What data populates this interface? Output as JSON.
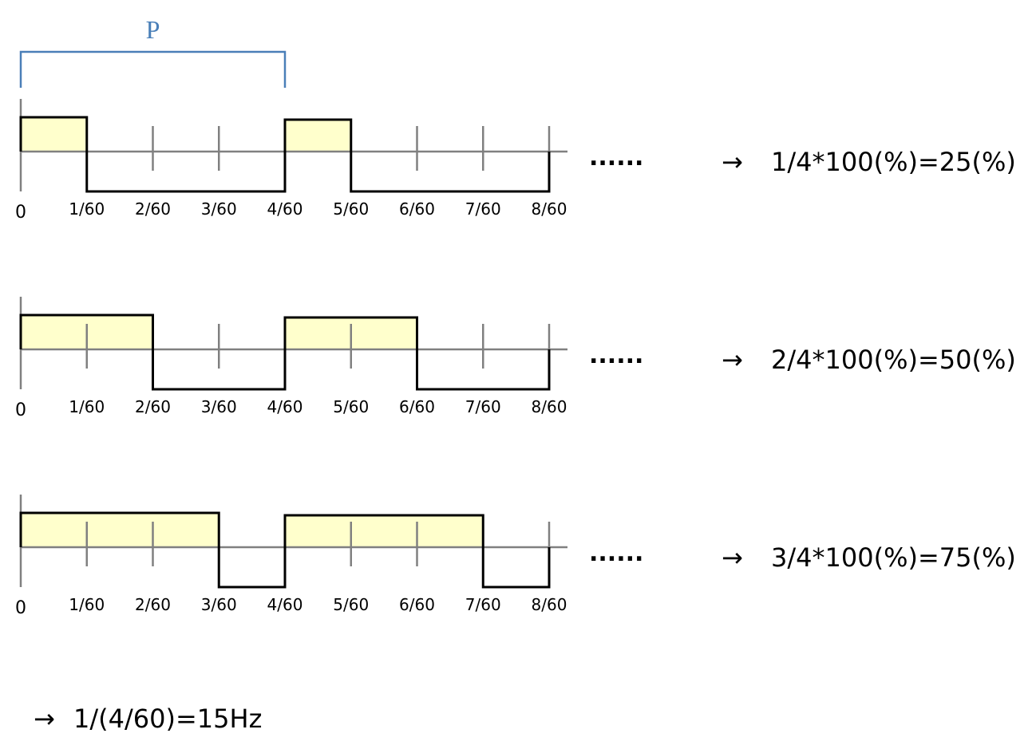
{
  "period_bracket": {
    "label": "P",
    "start_tick": 0,
    "end_tick": 4,
    "color": "#4a7fb8"
  },
  "tick_labels": [
    "0",
    "1/60",
    "2/60",
    "3/60",
    "4/60",
    "5/60",
    "6/60",
    "7/60",
    "8/60"
  ],
  "continuation": "......",
  "arrow_symbol": "→",
  "waveforms": [
    {
      "duty_ticks": 1,
      "result": "1/4*100(%)=25(%)"
    },
    {
      "duty_ticks": 2,
      "result": "2/4*100(%)=50(%)"
    },
    {
      "duty_ticks": 3,
      "result": "3/4*100(%)=75(%)"
    }
  ],
  "period_ticks": 4,
  "colors": {
    "high_fill": "#ffffcc",
    "axis": "#808080",
    "signal": "#000000"
  },
  "frequency": {
    "formula": "1/(4/60)=15Hz"
  }
}
